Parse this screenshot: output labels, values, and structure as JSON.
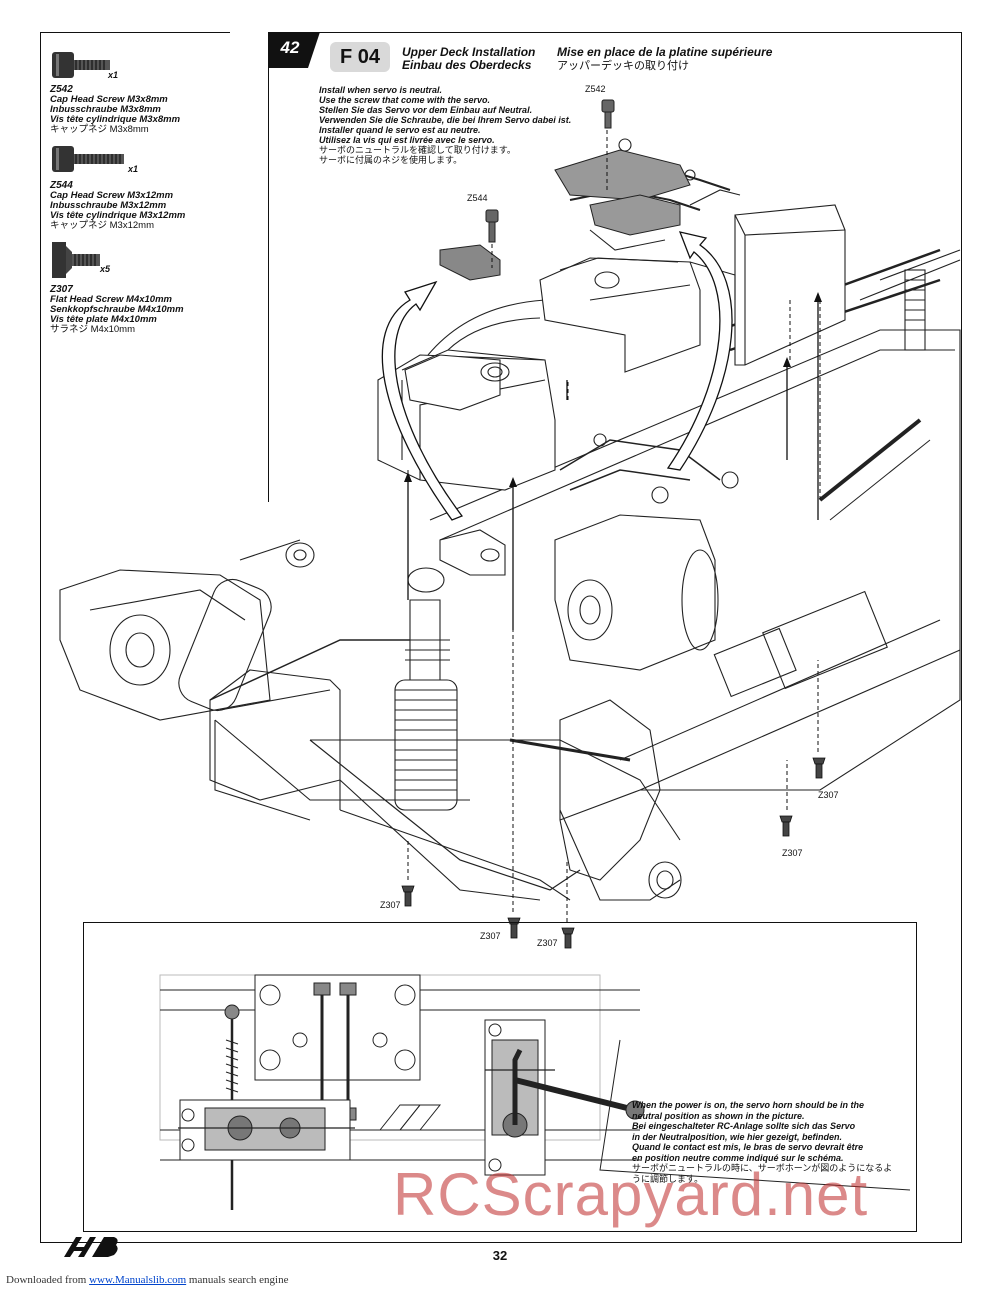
{
  "step": {
    "number": "42",
    "code": "F 04",
    "title_en": "Upper Deck Installation",
    "title_de": "Einbau des Oberdecks",
    "title_fr": "Mise en place de la platine supérieure",
    "title_jp": "アッパーデッキの取り付け"
  },
  "parts": [
    {
      "code": "Z542",
      "qty": "x1",
      "en": "Cap Head Screw M3x8mm",
      "de": "Inbusschraube M3x8mm",
      "fr": "Vis tête cylindrique M3x8mm",
      "jp": "キャップネジ M3x8mm"
    },
    {
      "code": "Z544",
      "qty": "x1",
      "en": "Cap Head Screw M3x12mm",
      "de": "Inbusschraube M3x12mm",
      "fr": "Vis tête cylindrique M3x12mm",
      "jp": "キャップネジ M3x12mm"
    },
    {
      "code": "Z307",
      "qty": "x5",
      "en": "Flat Head Screw M4x10mm",
      "de": "Senkkopfschraube M4x10mm",
      "fr": "Vis tête plate M4x10mm",
      "jp": "サラネジ M4x10mm"
    }
  ],
  "note_top": {
    "en1": "Install when servo is neutral.",
    "en2": "Use the screw that come with the servo.",
    "de1": "Stellen Sie das Servo vor dem Einbau auf Neutral.",
    "de2": "Verwenden Sie die Schraube, die bei Ihrem Servo dabei ist.",
    "fr1": "Installer quand le servo est au neutre.",
    "fr2": "Utilisez la vis qui est livrée avec le servo.",
    "jp1": "サーボのニュートラルを確認して取り付けます。",
    "jp2": "サーボに付属のネジを使用します。"
  },
  "labels": {
    "z542": "Z542",
    "z544": "Z544",
    "z307": "Z307"
  },
  "note_inset": {
    "en1": "When the power is on, the servo horn should be in the",
    "en2": "neutral position as shown in the picture.",
    "de1": "Bei eingeschalteter RC-Anlage sollte sich das Servo",
    "de2": "in der Neutralposition, wie hier gezeigt, befinden.",
    "fr1": "Quand le contact est mis, le bras de servo devrait être",
    "fr2": "en position neutre comme indiqué sur le schéma.",
    "jp1": "サーボがニュートラルの時に、サーボホーンが図のようになるよ",
    "jp2": "うに調節します。"
  },
  "page_number": "32",
  "watermark": "RCScrapyard.net",
  "footer": {
    "prefix": "Downloaded from",
    "link": "www.Manualslib.com",
    "suffix": "manuals search engine"
  },
  "logo_text": "HB"
}
